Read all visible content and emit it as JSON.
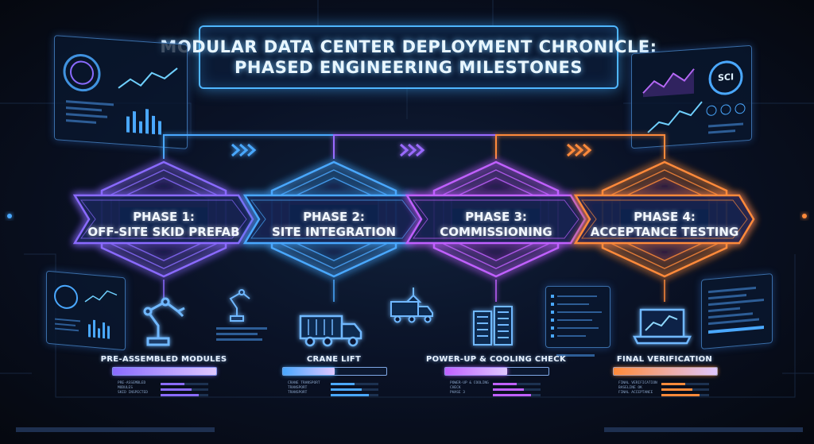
{
  "title": {
    "line1": "MODULAR DATA CENTER DEPLOYMENT CHRONICLE:",
    "line2": "PHASED ENGINEERING MILESTONES"
  },
  "phases": [
    {
      "line1": "PHASE 1:",
      "line2": "OFF-SITE SKID PREFAB",
      "color": "#8a6bff"
    },
    {
      "line1": "PHASE 2:",
      "line2": "SITE INTEGRATION",
      "color": "#4aa8ff"
    },
    {
      "line1": "PHASE 3:",
      "line2": "COMMISSIONING",
      "color": "#c060ff"
    },
    {
      "line1": "PHASE 4:",
      "line2": "ACCEPTANCE TESTING",
      "color": "#ff8a3a"
    }
  ],
  "milestones": [
    {
      "label": "PRE-ASSEMBLED MODULES",
      "progress": 1.0,
      "icon": "robot-arm-icon",
      "note1": "PRE-ASSEMBLED",
      "note2": "MODULES",
      "note3": "SKID INSPECTED"
    },
    {
      "label": "CRANE LIFT",
      "progress": 0.5,
      "icon": "truck-icon",
      "note1": "CRANE TRANSPORT",
      "note2": "TRANSPORT",
      "note3": "TRANSPORT"
    },
    {
      "label": "POWER-UP & COOLING CHECK",
      "progress": 0.6,
      "icon": "server-rack-icon",
      "note1": "POWER-UP & COOLING",
      "note2": "CHECK",
      "note3": "PHASE 3"
    },
    {
      "label": "FINAL VERIFICATION",
      "progress": 1.0,
      "icon": "laptop-chart-icon",
      "note1": "FINAL VERIFICATION",
      "note2": "BASELINE OK",
      "note3": "FINAL ACCEPTANCE"
    }
  ],
  "dashboard": {
    "gauge_text": "SCI"
  },
  "colors": {
    "accent": "#4fb6ff",
    "violet": "#9a6bff",
    "orange": "#ff8a3a",
    "background": "#070b16"
  }
}
